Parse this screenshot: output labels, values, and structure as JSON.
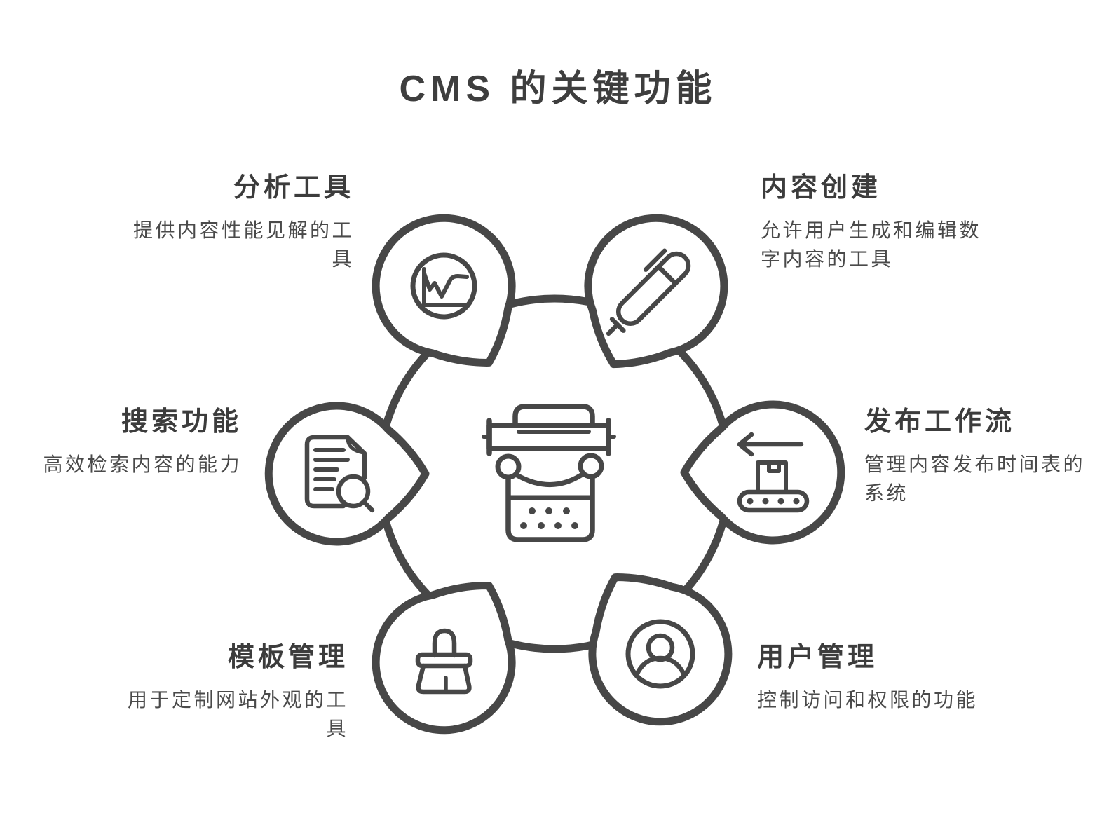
{
  "title": "CMS 的关键功能",
  "colors": {
    "stroke": "#474747",
    "heading_text": "#3c3c3c",
    "body_text": "#4a4a4a",
    "background": "#ffffff",
    "node_fill": "#ffffff"
  },
  "center": {
    "icon": "typewriter-icon"
  },
  "nodes": [
    {
      "id": "analytics",
      "position": "top-left",
      "icon": "line-chart-icon",
      "title": "分析工具",
      "description": "提供内容性能见解的工具"
    },
    {
      "id": "content",
      "position": "top-right",
      "icon": "pen-icon",
      "title": "内容创建",
      "description": "允许用户生成和编辑数字内容的工具"
    },
    {
      "id": "search",
      "position": "left",
      "icon": "document-search-icon",
      "title": "搜索功能",
      "description": "高效检索内容的能力"
    },
    {
      "id": "publish",
      "position": "right",
      "icon": "conveyor-arrow-icon",
      "title": "发布工作流",
      "description": "管理内容发布时间表的系统"
    },
    {
      "id": "template",
      "position": "bottom-left",
      "icon": "paint-brush-icon",
      "title": "模板管理",
      "description": "用于定制网站外观的工具"
    },
    {
      "id": "user",
      "position": "bottom-right",
      "icon": "user-icon",
      "title": "用户管理",
      "description": "控制访问和权限的功能"
    }
  ]
}
